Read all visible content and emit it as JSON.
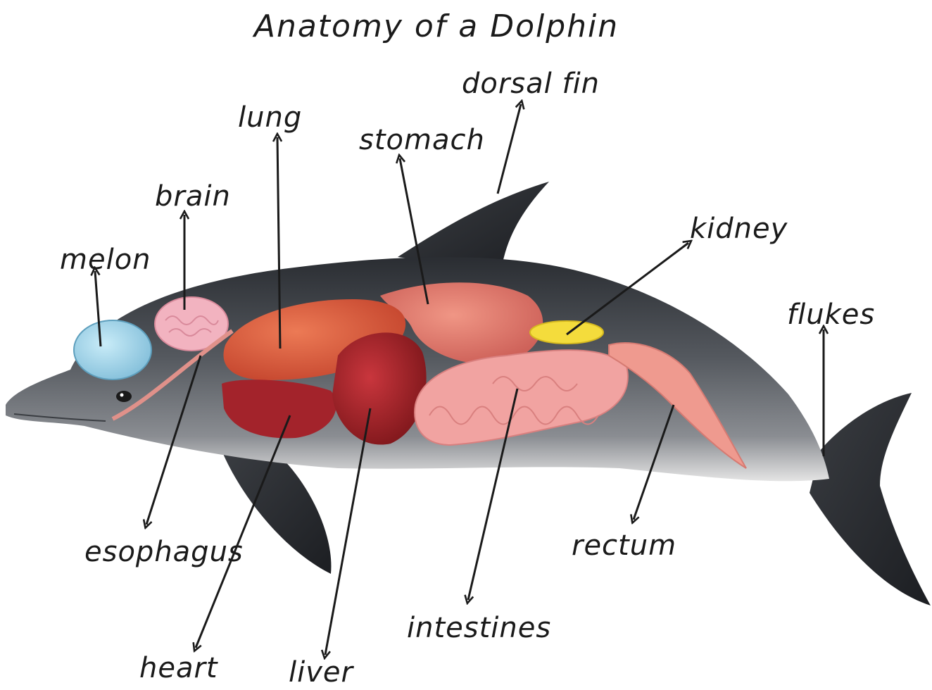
{
  "title": "Anatomy of a Dolphin",
  "labels": {
    "melon": "melon",
    "brain": "brain",
    "lung": "lung",
    "stomach": "stomach",
    "dorsal_fin": "dorsal fin",
    "kidney": "kidney",
    "flukes": "flukes",
    "esophagus": "esophagus",
    "heart": "heart",
    "liver": "liver",
    "intestines": "intestines",
    "rectum": "rectum"
  },
  "colors": {
    "body_dark": "#2b2e33",
    "body_mid": "#5c6066",
    "belly": "#d9d9d9",
    "melon": "#a9d8ee",
    "brain": "#f3b7c3",
    "lung": "#d9583d",
    "stomach": "#e27a6f",
    "heart": "#a8262e",
    "liver": "#8e1d24",
    "intestines": "#f1a3a1",
    "kidney": "#f4dc3c",
    "rectum": "#ef9a8f"
  }
}
